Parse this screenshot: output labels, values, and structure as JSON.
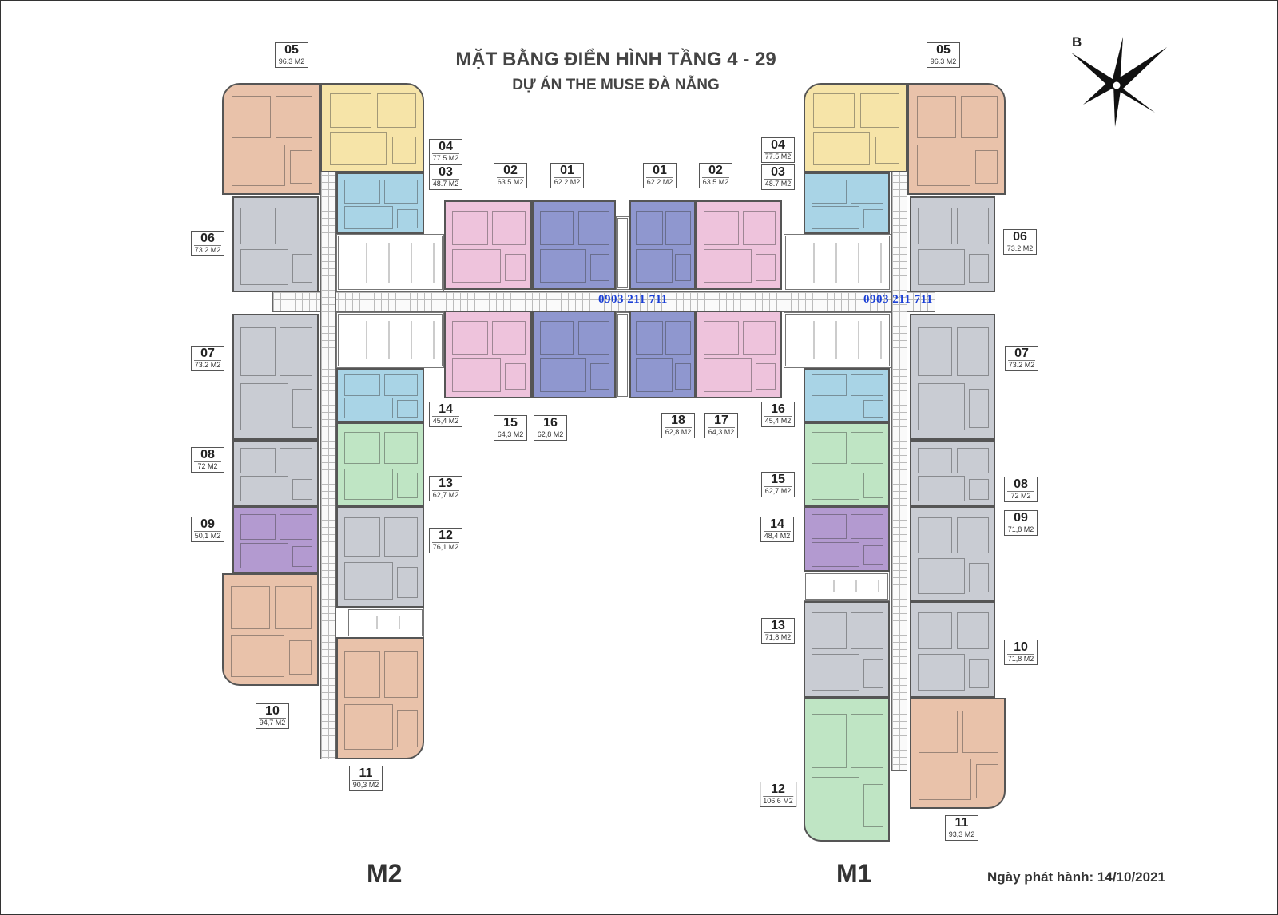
{
  "title": "MẶT BẰNG ĐIỂN HÌNH TẦNG 4 - 29",
  "subtitle": "DỰ ÁN THE MUSE ĐÀ NẴNG",
  "compass_label": "B",
  "phone_left": "0903 211 711",
  "phone_right": "0903 211 711",
  "building_left": "M2",
  "building_right": "M1",
  "release_date": "Ngày phát hành: 14/10/2021",
  "colors": {
    "peach": "#e9c2aa",
    "yellow": "#f6e4a8",
    "blue": "#a9d4e6",
    "gray": "#c9ccd3",
    "pink": "#eec3dc",
    "navy": "#8f97cf",
    "green": "#bfe5c4",
    "purple": "#b39ad0"
  },
  "units": [
    {
      "id": "05",
      "area": "96.3 M2"
    },
    {
      "id": "04",
      "area": "77.5 M2"
    },
    {
      "id": "03",
      "area": "48.7 M2"
    },
    {
      "id": "06",
      "area": "73.2 M2"
    },
    {
      "id": "07",
      "area": "73.2 M2"
    },
    {
      "id": "08",
      "area": "72 M2"
    },
    {
      "id": "09",
      "area": "50,1 M2"
    },
    {
      "id": "10",
      "area": "94,7 M2"
    },
    {
      "id": "11",
      "area": "90,3 M2"
    },
    {
      "id": "12",
      "area": "76,1 M2"
    },
    {
      "id": "13",
      "area": "62,7 M2"
    },
    {
      "id": "14",
      "area": "45,4 M2"
    },
    {
      "id": "15",
      "area": "64,3 M2"
    },
    {
      "id": "16",
      "area": "62,8 M2"
    },
    {
      "id": "02",
      "area": "63.5 M2"
    },
    {
      "id": "01",
      "area": "62.2 M2"
    },
    {
      "id": "01",
      "area": "62.2 M2"
    },
    {
      "id": "02",
      "area": "63.5 M2"
    },
    {
      "id": "18",
      "area": "62,8 M2"
    },
    {
      "id": "17",
      "area": "64,3 M2"
    },
    {
      "id": "04",
      "area": "77.5 M2"
    },
    {
      "id": "03",
      "area": "48.7 M2"
    },
    {
      "id": "05",
      "area": "96.3 M2"
    },
    {
      "id": "06",
      "area": "73.2 M2"
    },
    {
      "id": "07",
      "area": "73.2 M2"
    },
    {
      "id": "08",
      "area": "72 M2"
    },
    {
      "id": "09",
      "area": "71,8 M2"
    },
    {
      "id": "10",
      "area": "71,8 M2"
    },
    {
      "id": "11",
      "area": "93,3 M2"
    },
    {
      "id": "12",
      "area": "106,6 M2"
    },
    {
      "id": "13",
      "area": "71,8 M2"
    },
    {
      "id": "14",
      "area": "48,4 M2"
    },
    {
      "id": "15",
      "area": "62,7 M2"
    },
    {
      "id": "16",
      "area": "45,4 M2"
    }
  ]
}
